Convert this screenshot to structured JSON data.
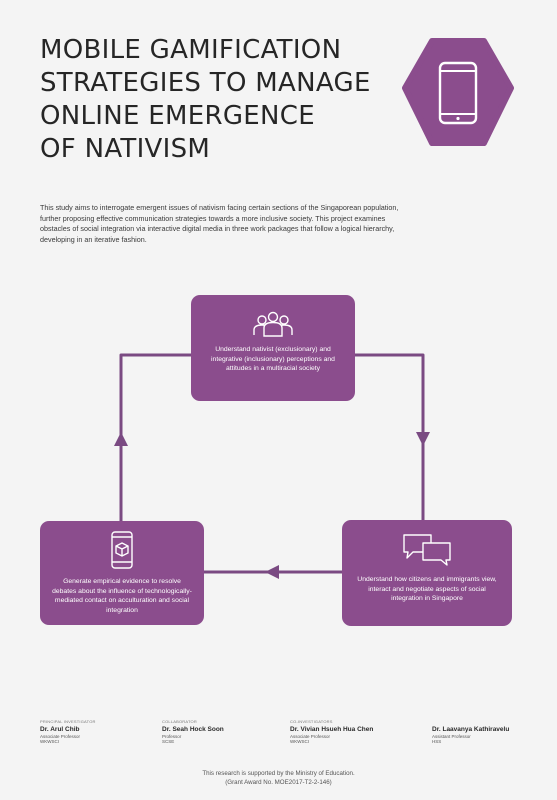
{
  "title_lines": [
    "MOBILE GAMIFICATION",
    "STRATEGIES TO MANAGE",
    "ONLINE EMERGENCE",
    "OF NATIVISM"
  ],
  "intro": "This study aims to interrogate emergent issues of nativism facing certain sections of the Singaporean population, further proposing effective communication strategies towards a more inclusive society. This project examines obstacles of social integration via interactive digital media in three work packages that follow a logical hierarchy, developing in an iterative fashion.",
  "colors": {
    "accent": "#8b4d8d",
    "line": "#7a4a82",
    "background": "#f4f4f4"
  },
  "header_icon": "smartphone-icon",
  "flow": {
    "top": {
      "icon": "people-group-icon",
      "text": "Understand nativist (exclusionary) and integrative (inclusionary) perceptions and attitudes in a multiracial society"
    },
    "left": {
      "icon": "smartphone-cube-icon",
      "text": "Generate empirical evidence to resolve debates about the influence of technologically-mediated contact on acculturation and social integration"
    },
    "right": {
      "icon": "chat-bubbles-icon",
      "text": "Understand how citizens and immigrants view, interact and negotiate aspects of social integration in Singapore"
    }
  },
  "people": [
    {
      "role": "PRINCIPAL INVESTIGATOR",
      "name": "Dr. Arul Chib",
      "position": "Associate Professor",
      "dept": "WKWSCI"
    },
    {
      "role": "COLLABORATOR",
      "name": "Dr. Seah Hock Soon",
      "position": "Professor",
      "dept": "SCSE"
    },
    {
      "role": "CO-INVESTIGATORS",
      "name": "Dr. Vivian Hsueh Hua Chen",
      "position": "Associate Professor",
      "dept": "WKWSCI"
    },
    {
      "role": "",
      "name": "Dr. Laavanya Kathiravelu",
      "position": "Assistant Professor",
      "dept": "HSS"
    }
  ],
  "footer": {
    "line1": "This research is supported by the Ministry of Education.",
    "line2": "(Grant Award No. MOE2017-T2-2-146)"
  }
}
